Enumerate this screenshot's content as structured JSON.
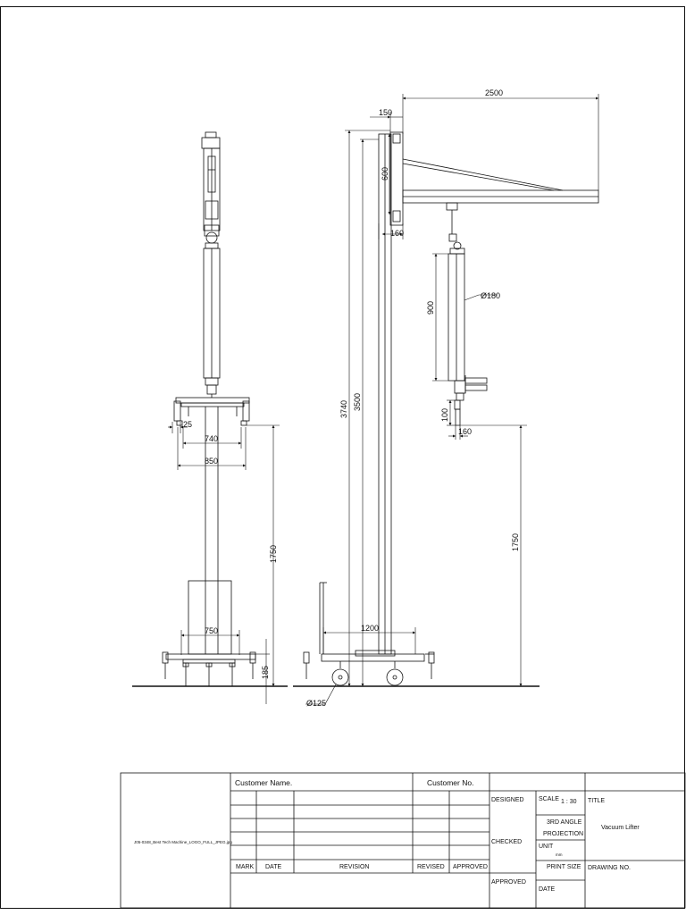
{
  "side_view": {
    "width_740": "740",
    "width_850": "850",
    "offset_25": "25",
    "height_1750": "1750",
    "base_750": "750",
    "base_185": "185"
  },
  "front_view": {
    "arm_2500": "2500",
    "col_150": "150",
    "head_600": "600",
    "col_160": "160",
    "height_3740": "3740",
    "height_3500": "3500",
    "tube_900": "900",
    "tube_dia": "Ø180",
    "pad_100": "100",
    "pad_160": "160",
    "height_1750": "1750",
    "base_1200": "1200",
    "wheel_dia": "Ø125"
  },
  "title_block": {
    "logo_file": "J05-0348_Best Tech Machine_LOGO_FULL_JPEG.jpg",
    "customer_name_label": "Customer Name.",
    "customer_no_label": "Customer No.",
    "col_mark": "MARK",
    "col_date": "DATE",
    "col_revision": "REVISION",
    "col_revised": "REVISED",
    "col_approved": "APPROVED",
    "designed_label": "DESIGNED",
    "checked_label": "CHECKED",
    "approved_label": "APPROVED",
    "scale_label": "SCALE",
    "scale_value": "1 : 30",
    "projection_line1": "3RD ANGLE",
    "projection_line2": "PROJECTION",
    "unit_label": "UNIT",
    "unit_value": "mm",
    "print_size_label": "PRINT SIZE",
    "date_label": "DATE",
    "title_label": "TITLE",
    "title_value": "Vacuum  Lifter",
    "drawing_no_label": "DRAWING NO."
  },
  "colors": {
    "line": "#111111",
    "background": "#ffffff"
  }
}
